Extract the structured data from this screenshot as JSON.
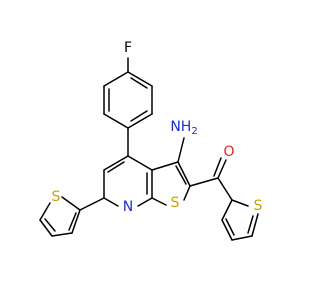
{
  "molecule": {
    "atom_labels": {
      "fluorine": "F",
      "amino": "NH",
      "amino_sub": "2",
      "pyridine_n": "N",
      "thieno_s": "S",
      "carbonyl_o": "O",
      "left_thiophene_s": "S",
      "right_thiophene_s": "S"
    },
    "colors": {
      "bond": "#000000",
      "nitrogen": "#1c2fc9",
      "sulfur": "#c8a400",
      "oxygen": "#e0271c",
      "fluorine": "#000000",
      "background": "#ffffff"
    }
  }
}
